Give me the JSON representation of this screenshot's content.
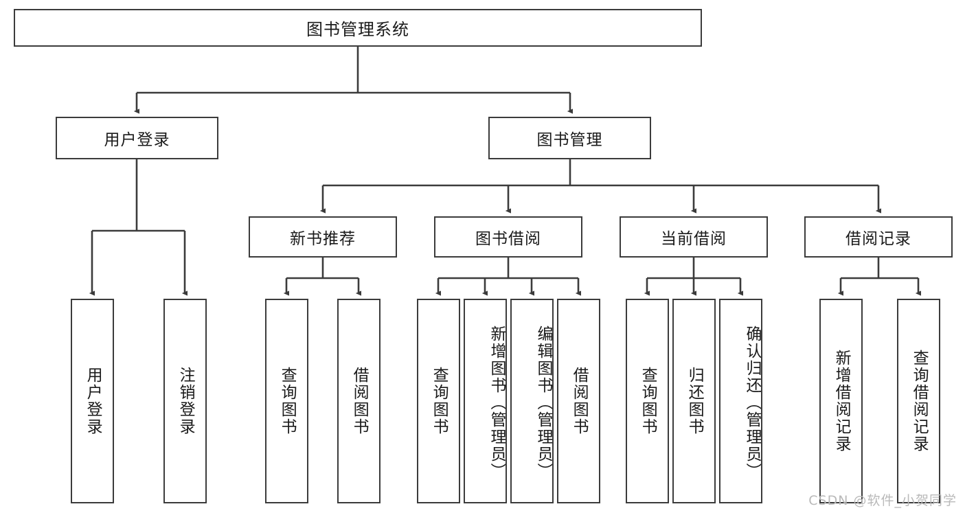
{
  "diagram": {
    "type": "tree",
    "title": "图书管理系统",
    "root": {
      "id": "root",
      "label": "图书管理系统"
    },
    "level1": [
      {
        "id": "user-login",
        "label": "用户登录"
      },
      {
        "id": "book-manage",
        "label": "图书管理"
      }
    ],
    "level2": [
      {
        "id": "new-book-recommend",
        "label": "新书推荐",
        "parent": "book-manage"
      },
      {
        "id": "book-borrow",
        "label": "图书借阅",
        "parent": "book-manage"
      },
      {
        "id": "current-borrow",
        "label": "当前借阅",
        "parent": "book-manage"
      },
      {
        "id": "borrow-record",
        "label": "借阅记录",
        "parent": "book-manage"
      }
    ],
    "leaves": {
      "user-login": [
        {
          "id": "leaf-user-login",
          "label": "用户登录"
        },
        {
          "id": "leaf-user-logout",
          "label": "注销登录"
        }
      ],
      "new-book-recommend": [
        {
          "id": "leaf-query-book-1",
          "label": "查询图书"
        },
        {
          "id": "leaf-borrow-book-1",
          "label": "借阅图书"
        }
      ],
      "book-borrow": [
        {
          "id": "leaf-query-book-2",
          "label": "查询图书"
        },
        {
          "id": "leaf-add-book",
          "label": "新增图书（管理员）"
        },
        {
          "id": "leaf-edit-book",
          "label": "编辑图书（管理员）"
        },
        {
          "id": "leaf-borrow-book-2",
          "label": "借阅图书"
        }
      ],
      "current-borrow": [
        {
          "id": "leaf-query-book-3",
          "label": "查询图书"
        },
        {
          "id": "leaf-return-book",
          "label": "归还图书"
        },
        {
          "id": "leaf-confirm-return",
          "label": "确认归还（管理员）"
        }
      ],
      "borrow-record": [
        {
          "id": "leaf-add-record",
          "label": "新增借阅记录"
        },
        {
          "id": "leaf-query-record",
          "label": "查询借阅记录"
        }
      ]
    }
  },
  "watermark": {
    "text": "CSDN @软件_小贺同学"
  },
  "colors": {
    "stroke": "#3b3b3b",
    "fill": "#ffffff",
    "text": "#1a1a1a",
    "watermark": "#b9b9b9"
  }
}
